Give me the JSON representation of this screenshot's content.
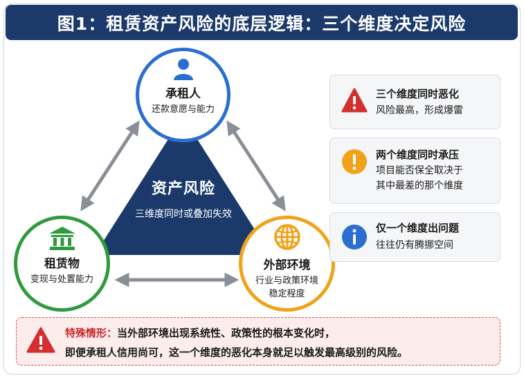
{
  "title": "图1：租赁资产风险的底层逻辑：三个维度决定风险",
  "colors": {
    "title_bg": "#1b3a6b",
    "triangle": "#1b3a6b",
    "lessee": "#2a6ed0",
    "asset": "#2f9a3e",
    "environment": "#f0a31a",
    "danger": "#d32f2f",
    "warning": "#f0a31a",
    "info": "#2a6ed0"
  },
  "center": {
    "title": "资产风险",
    "subtitle": "三维度同时或叠加失效"
  },
  "nodes": {
    "lessee": {
      "name": "承租人",
      "desc": "还款意愿与能力",
      "icon": "person-icon"
    },
    "asset": {
      "name": "租赁物",
      "desc": "变现与处置能力",
      "icon": "bank-building-icon"
    },
    "environment": {
      "name": "外部环境",
      "desc_line1": "行业与政策环境",
      "desc_line2": "稳定程度",
      "icon": "globe-icon"
    }
  },
  "cards": [
    {
      "title": "三个维度同时恶化",
      "desc_lines": [
        "风险最高，形成爆雷"
      ],
      "icon": "warning-triangle-icon"
    },
    {
      "title": "两个维度同时承压",
      "desc_lines": [
        "项目能否保全取决于",
        "其中最差的那个维度"
      ],
      "icon": "exclamation-circle-icon"
    },
    {
      "title": "仅一个维度出问题",
      "desc_lines": [
        "往往仍有腾挪空间"
      ],
      "icon": "info-circle-icon"
    }
  ],
  "special": {
    "label": "特殊情形：",
    "line1_rest": "当外部环境出现系统性、政策性的根本变化时，",
    "line2": "即便承租人信用尚可，这一个维度的恶化本身就足以触发最高级别的风险。",
    "icon": "warning-triangle-icon"
  }
}
